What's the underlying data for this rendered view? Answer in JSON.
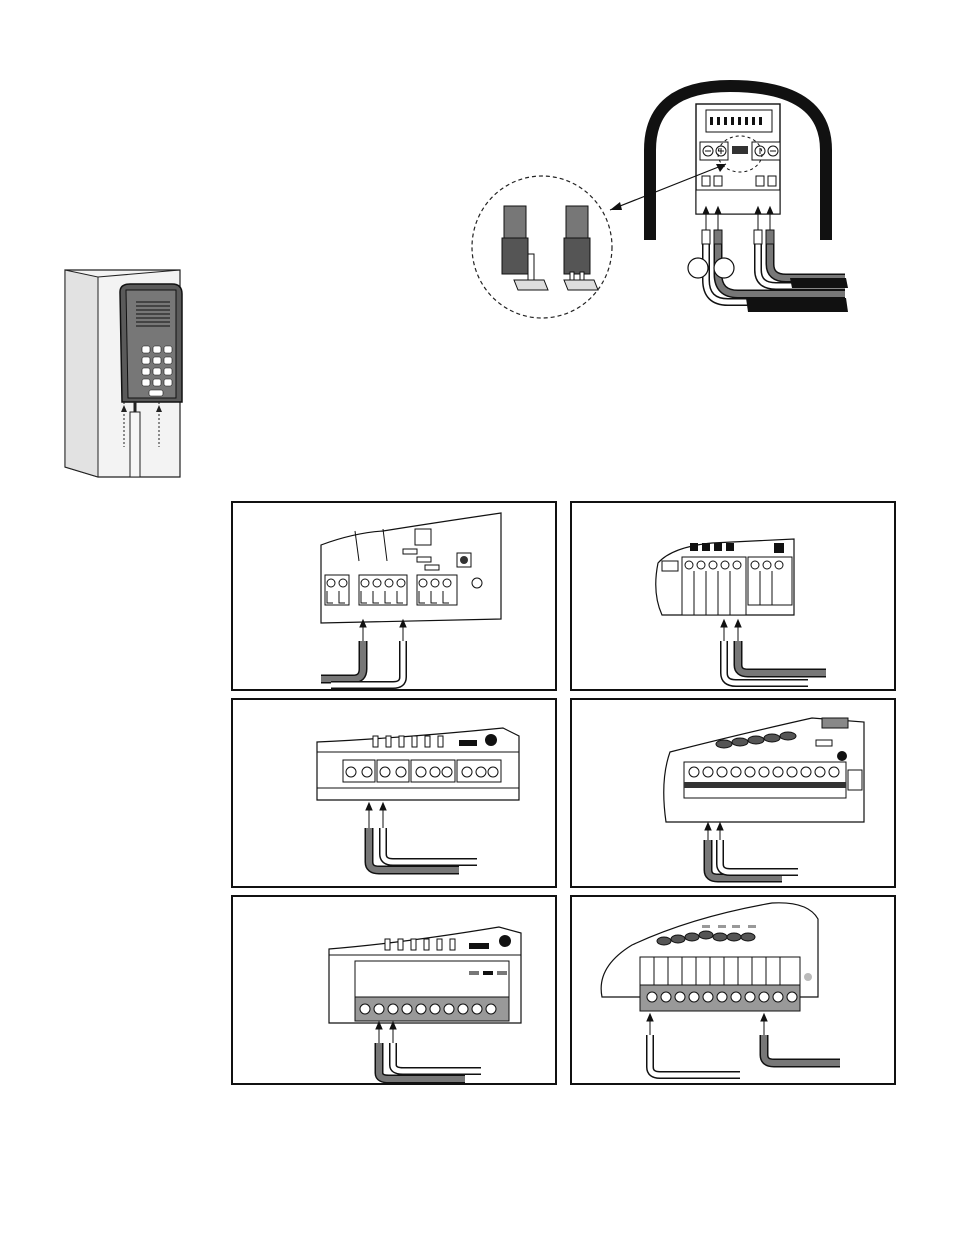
{
  "page": {
    "description_visible_text": []
  },
  "colors": {
    "ink": "#111111",
    "wire_gray": "#7a7a7a",
    "wire_black": "#111111",
    "wire_white": "#ffffff",
    "keypad_body": "#555555",
    "post_fill": "#f2f2f2"
  },
  "figures": {
    "keypad_post": {
      "icon": "keypad-on-post-icon"
    },
    "controller_top": {
      "icon": "controller-terminal-block-icon"
    },
    "jumper_detail": {
      "icon": "jumper-detail-icon"
    },
    "panels": [
      {
        "id": "panel-1",
        "icon": "wiring-board-icon"
      },
      {
        "id": "panel-2",
        "icon": "wiring-board-icon"
      },
      {
        "id": "panel-3",
        "icon": "wiring-board-icon"
      },
      {
        "id": "panel-4",
        "icon": "wiring-board-icon"
      },
      {
        "id": "panel-5",
        "icon": "wiring-board-icon"
      },
      {
        "id": "panel-6",
        "icon": "wiring-board-icon"
      }
    ]
  }
}
